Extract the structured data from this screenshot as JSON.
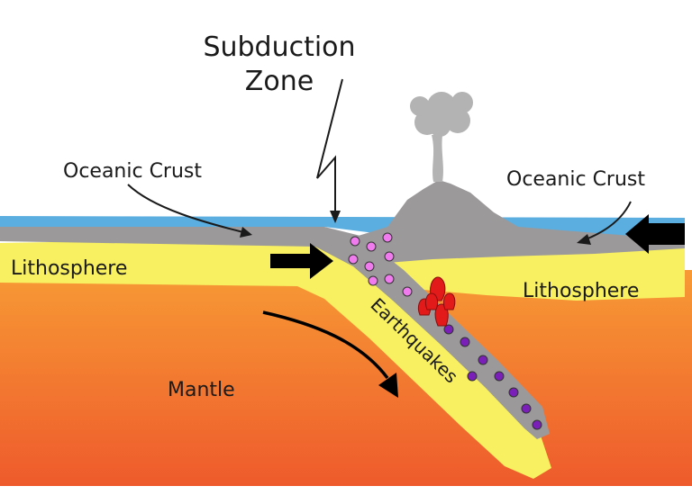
{
  "labels": {
    "title_line1": "Subduction",
    "title_line2": "Zone",
    "oceanic_crust_left": "Oceanic Crust",
    "oceanic_crust_right": "Oceanic Crust",
    "lithosphere_left": "Lithosphere",
    "lithosphere_right": "Lithosphere",
    "mantle": "Mantle",
    "earthquakes": "Earthquakes"
  },
  "colors": {
    "ocean": "#5aaee0",
    "crust": "#9c999b",
    "lithosphere": "#f8f060",
    "mantle_top": "#f79a35",
    "mantle_bottom": "#ee5a2c",
    "quake_shallow": "#f07bef",
    "quake_deep": "#7a1fb8",
    "magma": "#e21a1a"
  }
}
